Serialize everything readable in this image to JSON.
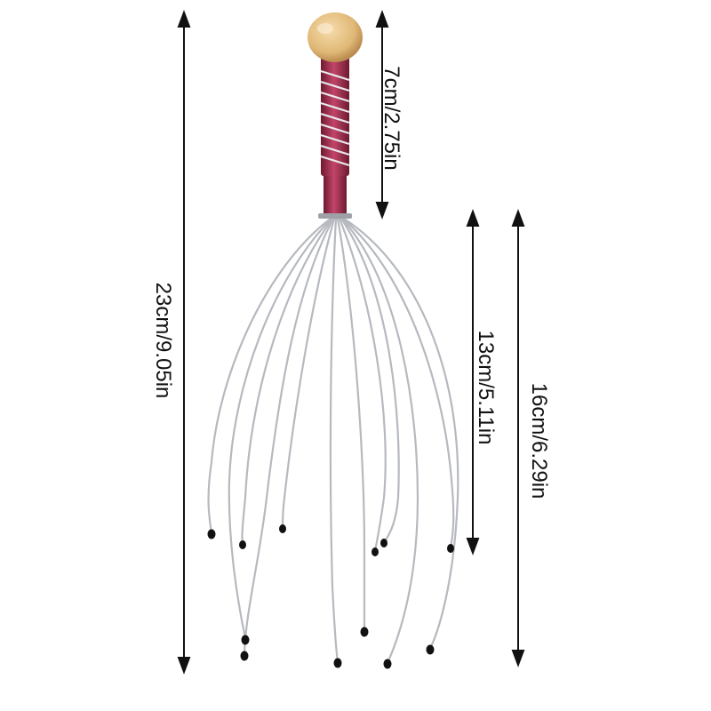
{
  "dimensions": {
    "total_length": "23cm/9.05in",
    "handle_length": "7cm/2.75in",
    "prong_length": "13cm/5.11in",
    "cage_length": "16cm/6.29in"
  },
  "colors": {
    "background": "#ffffff",
    "arrow": "#111111",
    "wire": "#b9bcc2",
    "handle": "#a83250",
    "knob": "#e3c08a",
    "prong_tip": "#111111"
  },
  "product": "head-scratcher-massager"
}
